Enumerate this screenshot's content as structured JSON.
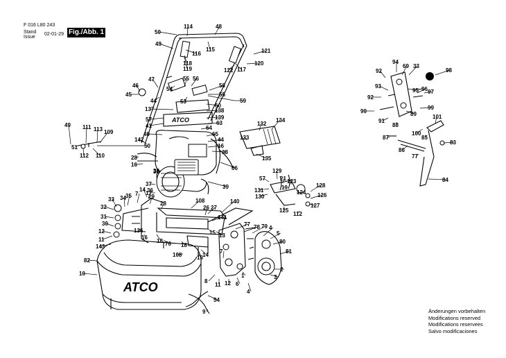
{
  "header": {
    "doc_code": "F 016 L80 243",
    "stand_label": "Stand",
    "issue_label": "Issue",
    "issue_date": "02-01-29",
    "figure_label": "Fig./Abb. 1"
  },
  "notes": [
    "Änderungen vorbehalten",
    "Modifications reserved",
    "Modifications reservees",
    "Salvo modificaciones"
  ],
  "parts": [
    {
      "label": "114"
    },
    {
      "label": "48"
    },
    {
      "label": "50"
    },
    {
      "label": "49"
    },
    {
      "label": "116"
    },
    {
      "label": "115"
    },
    {
      "label": "121"
    },
    {
      "label": "118"
    },
    {
      "label": "119"
    },
    {
      "label": "122"
    },
    {
      "label": "117"
    },
    {
      "label": "120"
    },
    {
      "label": "47"
    },
    {
      "label": "55"
    },
    {
      "label": "56"
    },
    {
      "label": "54"
    },
    {
      "label": "58"
    },
    {
      "label": "46"
    },
    {
      "label": "45"
    },
    {
      "label": "55"
    },
    {
      "label": "44"
    },
    {
      "label": "53"
    },
    {
      "label": "59"
    },
    {
      "label": "60"
    },
    {
      "label": "137"
    },
    {
      "label": "138"
    },
    {
      "label": "57"
    },
    {
      "label": "139"
    },
    {
      "label": "41"
    },
    {
      "label": "63"
    },
    {
      "label": "64"
    },
    {
      "label": "40"
    },
    {
      "label": "65"
    },
    {
      "label": "142"
    },
    {
      "label": "44"
    },
    {
      "label": "16"
    },
    {
      "label": "38"
    },
    {
      "label": "49"
    },
    {
      "label": "111"
    },
    {
      "label": "113"
    },
    {
      "label": "109"
    },
    {
      "label": "51"
    },
    {
      "label": "50"
    },
    {
      "label": "112"
    },
    {
      "label": "110"
    },
    {
      "label": "28"
    },
    {
      "label": "16"
    },
    {
      "label": "66"
    },
    {
      "label": "36"
    },
    {
      "label": "38"
    },
    {
      "label": "37"
    },
    {
      "label": "39"
    },
    {
      "label": "17"
    },
    {
      "label": "14"
    },
    {
      "label": "33"
    },
    {
      "label": "35"
    },
    {
      "label": "7"
    },
    {
      "label": "29"
    },
    {
      "label": "34"
    },
    {
      "label": "36"
    },
    {
      "label": "28"
    },
    {
      "label": "108"
    },
    {
      "label": "27"
    },
    {
      "label": "32"
    },
    {
      "label": "26"
    },
    {
      "label": "140"
    },
    {
      "label": "31"
    },
    {
      "label": "141"
    },
    {
      "label": "30"
    },
    {
      "label": "136"
    },
    {
      "label": "12"
    },
    {
      "label": "11"
    },
    {
      "label": "143"
    },
    {
      "label": "16"
    },
    {
      "label": "18"
    },
    {
      "label": "76"
    },
    {
      "label": "15"
    },
    {
      "label": "13"
    },
    {
      "label": "18"
    },
    {
      "label": "14"
    },
    {
      "label": "108"
    },
    {
      "label": "16"
    },
    {
      "label": "82"
    },
    {
      "label": "10"
    },
    {
      "label": "77"
    },
    {
      "label": "78"
    },
    {
      "label": "79"
    },
    {
      "label": "4"
    },
    {
      "label": "5"
    },
    {
      "label": "80"
    },
    {
      "label": "81"
    },
    {
      "label": "7"
    },
    {
      "label": "2"
    },
    {
      "label": "3"
    },
    {
      "label": "8"
    },
    {
      "label": "11"
    },
    {
      "label": "6"
    },
    {
      "label": "12"
    },
    {
      "label": "1"
    },
    {
      "label": "4"
    },
    {
      "label": "54"
    },
    {
      "label": "9"
    },
    {
      "label": "132"
    },
    {
      "label": "134"
    },
    {
      "label": "133"
    },
    {
      "label": "135"
    },
    {
      "label": "57"
    },
    {
      "label": "129"
    },
    {
      "label": "21"
    },
    {
      "label": "123"
    },
    {
      "label": "124"
    },
    {
      "label": "19"
    },
    {
      "label": "128"
    },
    {
      "label": "131"
    },
    {
      "label": "126"
    },
    {
      "label": "130"
    },
    {
      "label": "127"
    },
    {
      "label": "125"
    },
    {
      "label": "112"
    },
    {
      "label": "94"
    },
    {
      "label": "69"
    },
    {
      "label": "33"
    },
    {
      "label": "92"
    },
    {
      "label": "98"
    },
    {
      "label": "93"
    },
    {
      "label": "95"
    },
    {
      "label": "96"
    },
    {
      "label": "97"
    },
    {
      "label": "92"
    },
    {
      "label": "90"
    },
    {
      "label": "99"
    },
    {
      "label": "89"
    },
    {
      "label": "91"
    },
    {
      "label": "88"
    },
    {
      "label": "101"
    },
    {
      "label": "100"
    },
    {
      "label": "87"
    },
    {
      "label": "85"
    },
    {
      "label": "83"
    },
    {
      "label": "86"
    },
    {
      "label": "77"
    },
    {
      "label": "84"
    }
  ]
}
